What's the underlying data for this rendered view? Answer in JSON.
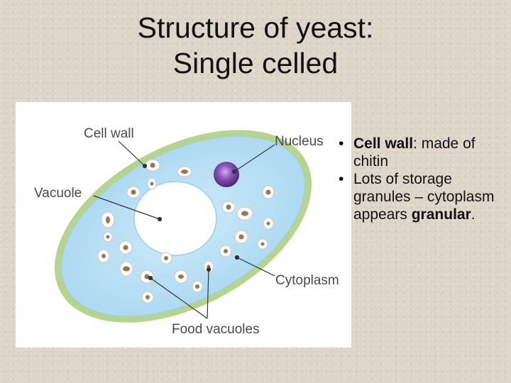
{
  "slide": {
    "title_line1": "Structure of yeast:",
    "title_line2": "Single celled"
  },
  "diagram": {
    "labels": {
      "cell_wall": "Cell wall",
      "vacuole": "Vacuole",
      "nucleus": "Nucleus",
      "cytoplasm": "Cytoplasm",
      "food_vacuoles": "Food vacuoles"
    },
    "colors": {
      "cell_wall": "#b5d58e",
      "cytoplasm": "#bfe0f4",
      "cytoplasm_edge": "#9fcde8",
      "nucleus": "#6a3d8f",
      "granule_fill": "#ffffff",
      "granule_core": "#a0714f"
    }
  },
  "bullets": [
    {
      "bold": "Cell wall",
      "text": ": made of chitin"
    },
    {
      "prefix": "Lots of storage granules – cytoplasm appears ",
      "bold": "granular",
      "suffix": "."
    }
  ]
}
